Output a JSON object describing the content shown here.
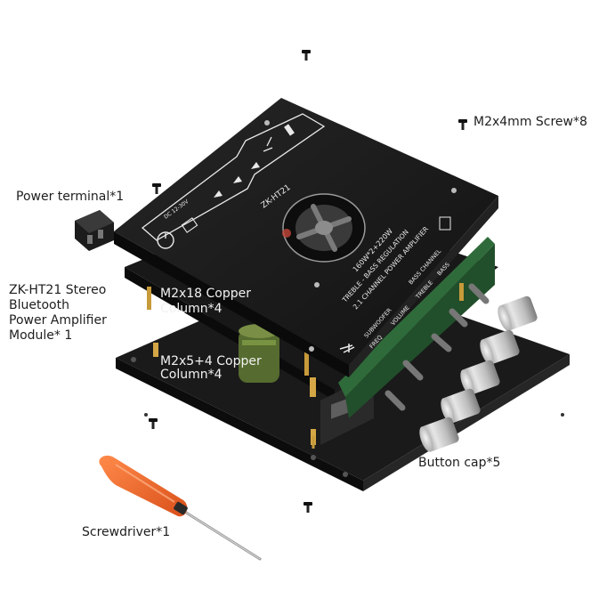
{
  "callouts": {
    "screw_m2x4": "M2x4mm Screw*8",
    "power_terminal": "Power terminal*1",
    "module_line1": "ZK-HT21 Stereo",
    "module_line2": "Bluetooth",
    "module_line3": "Power Amplifier",
    "module_line4": "Module* 1",
    "column_m2x18_line1": "M2x18 Copper",
    "column_m2x18_line2": "Column*4",
    "column_m2x5_line1": "M2x5+4 Copper",
    "column_m2x5_line2": "Column*4",
    "button_cap": "Button cap*5",
    "screwdriver": "Screwdriver*1"
  },
  "board_silkscreen": {
    "model": "ZK-HT21",
    "spec_line1": "160W*2+220W",
    "spec_line2": "TREBLE - BASS REGULATION",
    "spec_line3": "2.1 CHANNEL POWER AMPLIFIER",
    "knob_labels": [
      "SUBWOOFER",
      "FREQ",
      "VOLUME",
      "TREBLE",
      "BASS"
    ],
    "channel_tag": "BASS CHANNEL",
    "dc_label": "DC 12-30V"
  },
  "colors": {
    "background": "#ffffff",
    "board": "#1b1b1b",
    "board_edge": "#2e2e2e",
    "silkscreen": "#e9e9e9",
    "pcb_green": "#2f6b3a",
    "screwdriver_handle": "#f0662a",
    "knob_cap": "#c9c9c9"
  },
  "icons": [
    "screw-icon",
    "power-terminal-icon",
    "fan-icon",
    "power-button-icon",
    "bluetooth-icon",
    "knob-cap-icon",
    "screwdriver-icon"
  ]
}
